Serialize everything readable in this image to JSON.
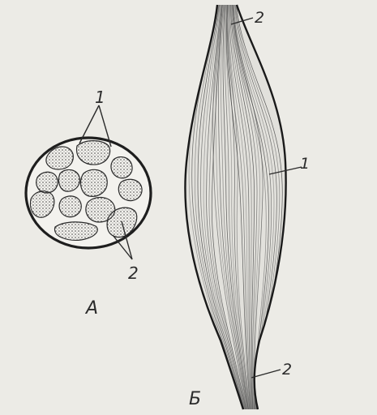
{
  "figure": {
    "panel_a": {
      "letter": "А",
      "callouts": {
        "upper": "1",
        "lower": "2"
      }
    },
    "panel_b": {
      "letter": "Б",
      "callouts": {
        "top": "2",
        "middle": "1",
        "bottom": "2"
      }
    }
  }
}
